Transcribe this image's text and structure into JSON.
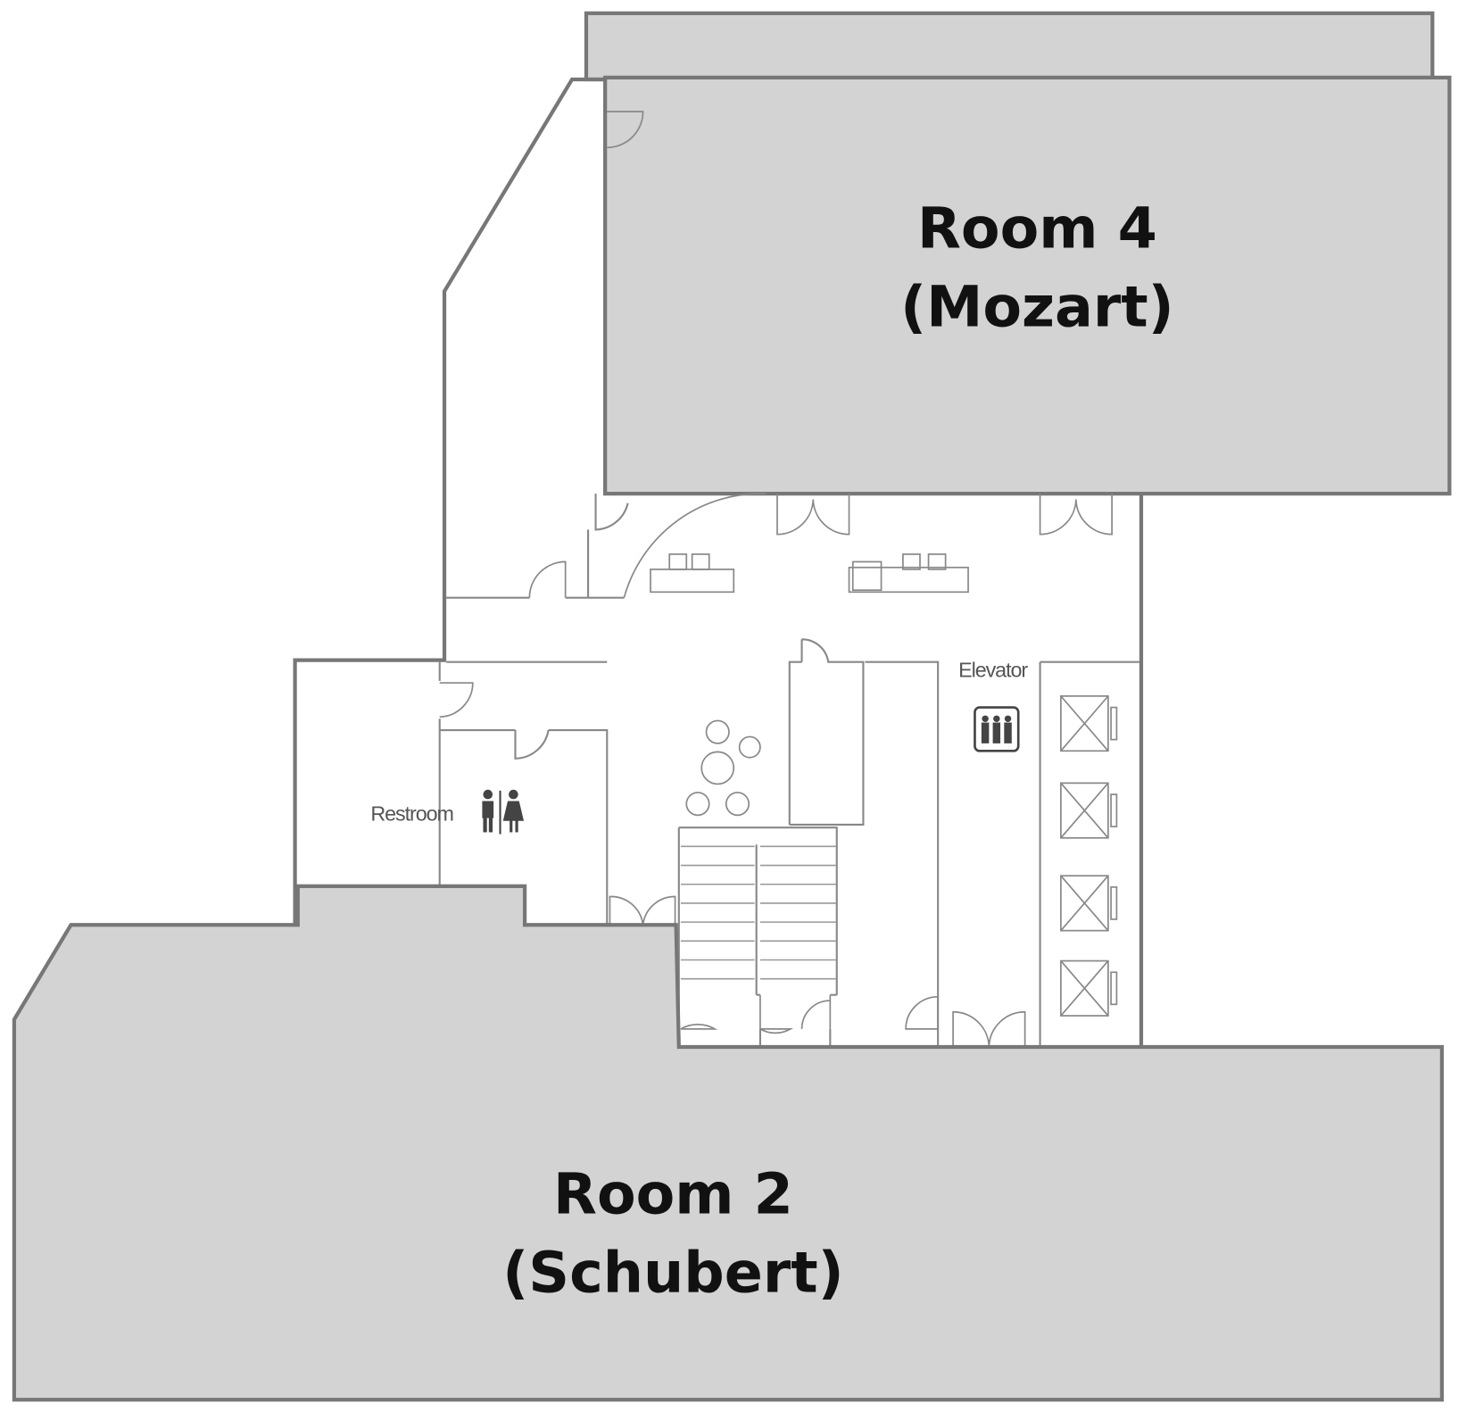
{
  "floor_plan": {
    "rooms": [
      {
        "id": "room4",
        "name": "Room 4",
        "subtitle": "(Mozart)"
      },
      {
        "id": "room2",
        "name": "Room 2",
        "subtitle": "(Schubert)"
      }
    ],
    "labels": {
      "restroom": "Restroom",
      "elevator": "Elevator"
    },
    "colors": {
      "room_fill": "#d3d3d3",
      "wall": "#777777"
    }
  }
}
